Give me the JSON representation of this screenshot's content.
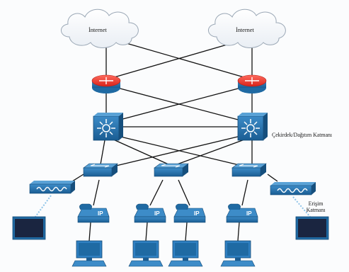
{
  "clouds": [
    {
      "label": "İnternet"
    },
    {
      "label": "İnternet"
    }
  ],
  "layers": {
    "core_distribution": "Çekirdek/Dağıtım Katmanı",
    "access_line1": "Erişim",
    "access_line2": "Katmanı"
  },
  "device_labels": {
    "ip_phone": "IP"
  },
  "colors": {
    "line": "#111111",
    "device_blue": "#1f6aa3",
    "device_dark": "#164f7d",
    "router_red": "#e8352b",
    "cloud_fill": "#ffffff",
    "wireless_line": "#8fc4e8",
    "monitor_screen": "#1a2540"
  }
}
